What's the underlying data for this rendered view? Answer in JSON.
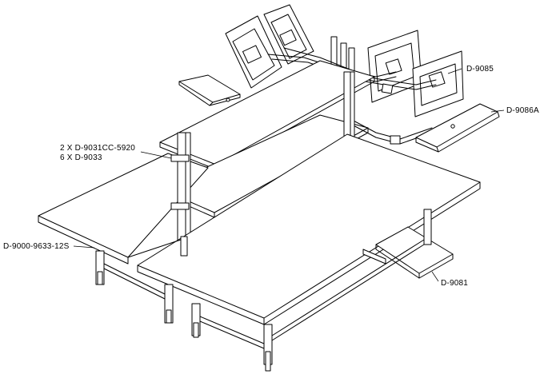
{
  "labels": {
    "monitor_arm": "D-9085",
    "keyboard_tray_top": "D-9086A",
    "shelf_brackets": "2 X D-9031CC-5920",
    "shelf_uprights": "6 X D-9033",
    "bench": "D-9000-9633-12S",
    "keyboard_tray_bottom": "D-9081"
  },
  "colors": {
    "line": "#000000",
    "background": "#ffffff"
  }
}
